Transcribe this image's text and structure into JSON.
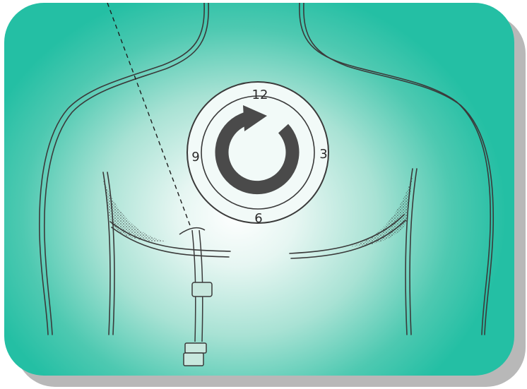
{
  "clock": {
    "label_12": "12",
    "label_3": "3",
    "label_6": "6",
    "label_9": "9"
  },
  "colors": {
    "background_teal": "#24bfa4",
    "center_glow": "#ffffff",
    "line_art": "#3a3a3a",
    "arrow": "#4a4a4a",
    "shadow": "#b8b8b8"
  },
  "icons": {
    "rotation_arrow": "clockwise-circular-arrow-icon",
    "catheter": "catheter-tube-icon"
  }
}
